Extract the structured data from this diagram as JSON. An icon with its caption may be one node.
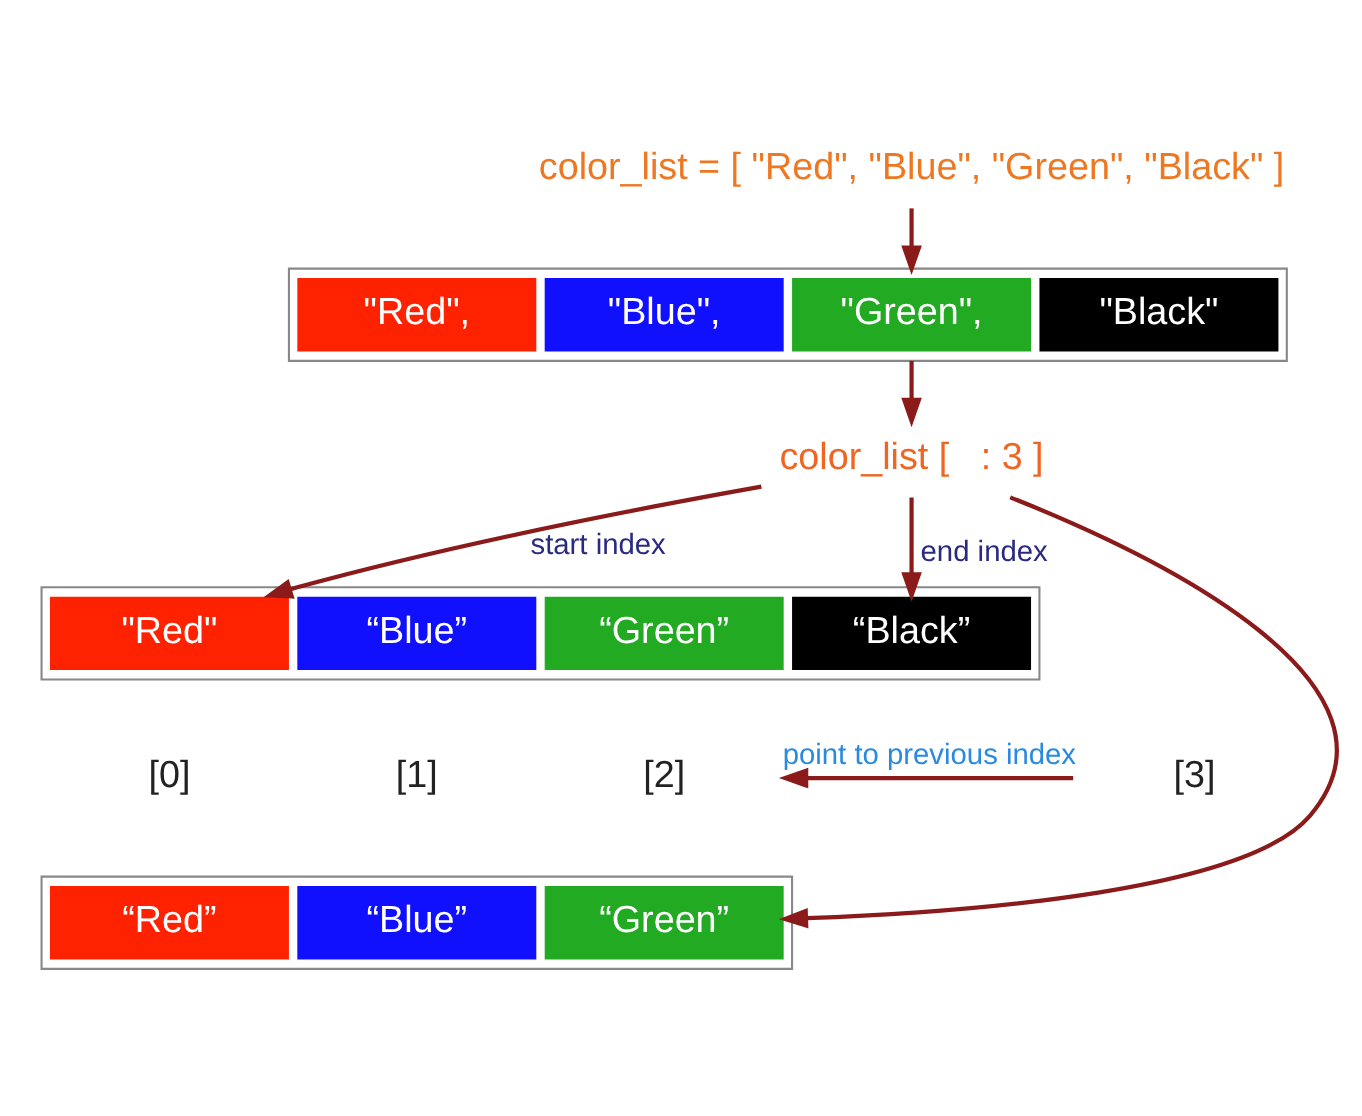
{
  "diagram": {
    "nodes": [
      {
        "text": [
          "color_list = [ \"Red\", \"Blue\", \"Green\", \"Black\" ]"
        ]
      },
      {
        "text": [],
        "shape": "bar"
      },
      {
        "text": [
          "\"Red\","
        ],
        "in": 1
      },
      {
        "text": [
          "\"Blue\","
        ],
        "in": 1
      },
      {
        "text": [
          "\"Green\","
        ],
        "in": 1
      },
      {
        "text": [
          "\"Black\""
        ],
        "in": 1
      },
      {
        "text": [
          "color_list [   : 3 ]"
        ]
      },
      {
        "text": [],
        "shape": "bar"
      },
      {
        "text": [
          "\"Red\""
        ],
        "in": 7
      },
      {
        "text": [
          "“Blue”"
        ],
        "in": 7
      },
      {
        "text": [
          "“Green”"
        ],
        "in": 7
      },
      {
        "text": [
          "“Black”"
        ],
        "in": 7
      },
      {
        "text": [
          "[0]"
        ]
      },
      {
        "text": [
          "[1]"
        ]
      },
      {
        "text": [
          "[2]"
        ]
      },
      {
        "text": [
          "[3]"
        ]
      },
      {
        "text": [],
        "shape": "bar"
      },
      {
        "text": [
          "“Red”"
        ],
        "in": 16
      },
      {
        "text": [
          "“Blue”"
        ],
        "in": 16
      },
      {
        "text": [
          "“Green”"
        ],
        "in": 16
      }
    ],
    "edges": [
      {
        "from": 0,
        "to": 1,
        "arrow": "to"
      },
      {
        "from": 1,
        "to": 6,
        "arrow": "to"
      },
      {
        "from": 6,
        "to": 8,
        "arrow": "to",
        "label": "start index"
      },
      {
        "from": 6,
        "to": 11,
        "arrow": "to",
        "label": "end index"
      },
      {
        "from": 6,
        "to": 19,
        "arrow": "to"
      },
      {
        "from": 15,
        "to": 14,
        "arrow": "to",
        "label": "point to previous index"
      }
    ]
  }
}
